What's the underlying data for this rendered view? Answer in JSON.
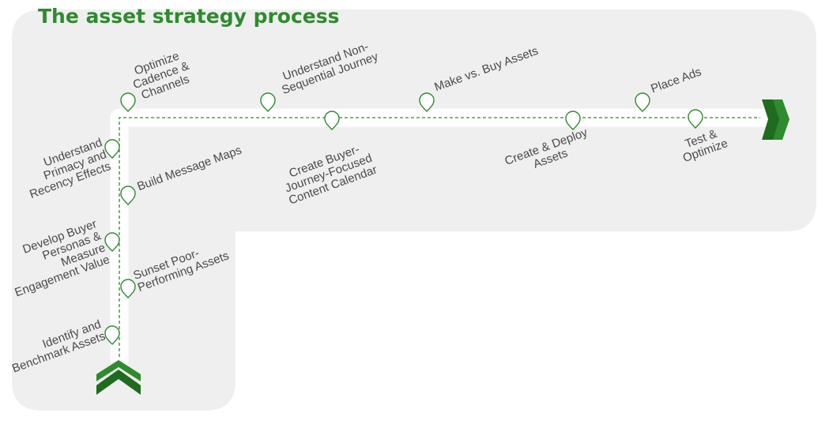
{
  "title": "The asset strategy process",
  "colors": {
    "accent": "#2e8b2e",
    "dark_green": "#1f6b1f",
    "panel": "#efefef",
    "track": "#ffffff",
    "text": "#4a4a4a"
  },
  "icons": {
    "start": "chevron-up-double-icon",
    "end": "chevron-right-double-icon",
    "marker": "map-pin-icon"
  },
  "steps": [
    {
      "id": "identify",
      "lines": [
        "Identify and",
        "Benchmark Assets"
      ]
    },
    {
      "id": "sunset",
      "lines": [
        "Sunset Poor-",
        "Performing Assets"
      ]
    },
    {
      "id": "personas",
      "lines": [
        "Develop Buyer",
        "Personas &",
        "Measure",
        "Engagement Value"
      ]
    },
    {
      "id": "message",
      "lines": [
        "Build Message Maps"
      ]
    },
    {
      "id": "primacy",
      "lines": [
        "Understand",
        "Primacy and",
        "Recency Effects"
      ]
    },
    {
      "id": "cadence",
      "lines": [
        "Optimize",
        "Cadence &",
        "Channels"
      ]
    },
    {
      "id": "nonseq",
      "lines": [
        "Understand Non-",
        "Sequential Journey"
      ]
    },
    {
      "id": "calendar",
      "lines": [
        "Create Buyer-",
        "Journey-Focused",
        "Content Calendar"
      ]
    },
    {
      "id": "makebuy",
      "lines": [
        "Make vs. Buy Assets"
      ]
    },
    {
      "id": "deploy",
      "lines": [
        "Create & Deploy",
        "Assets"
      ]
    },
    {
      "id": "ads",
      "lines": [
        "Place Ads"
      ]
    },
    {
      "id": "test",
      "lines": [
        "Test &",
        "Optimize"
      ]
    }
  ]
}
